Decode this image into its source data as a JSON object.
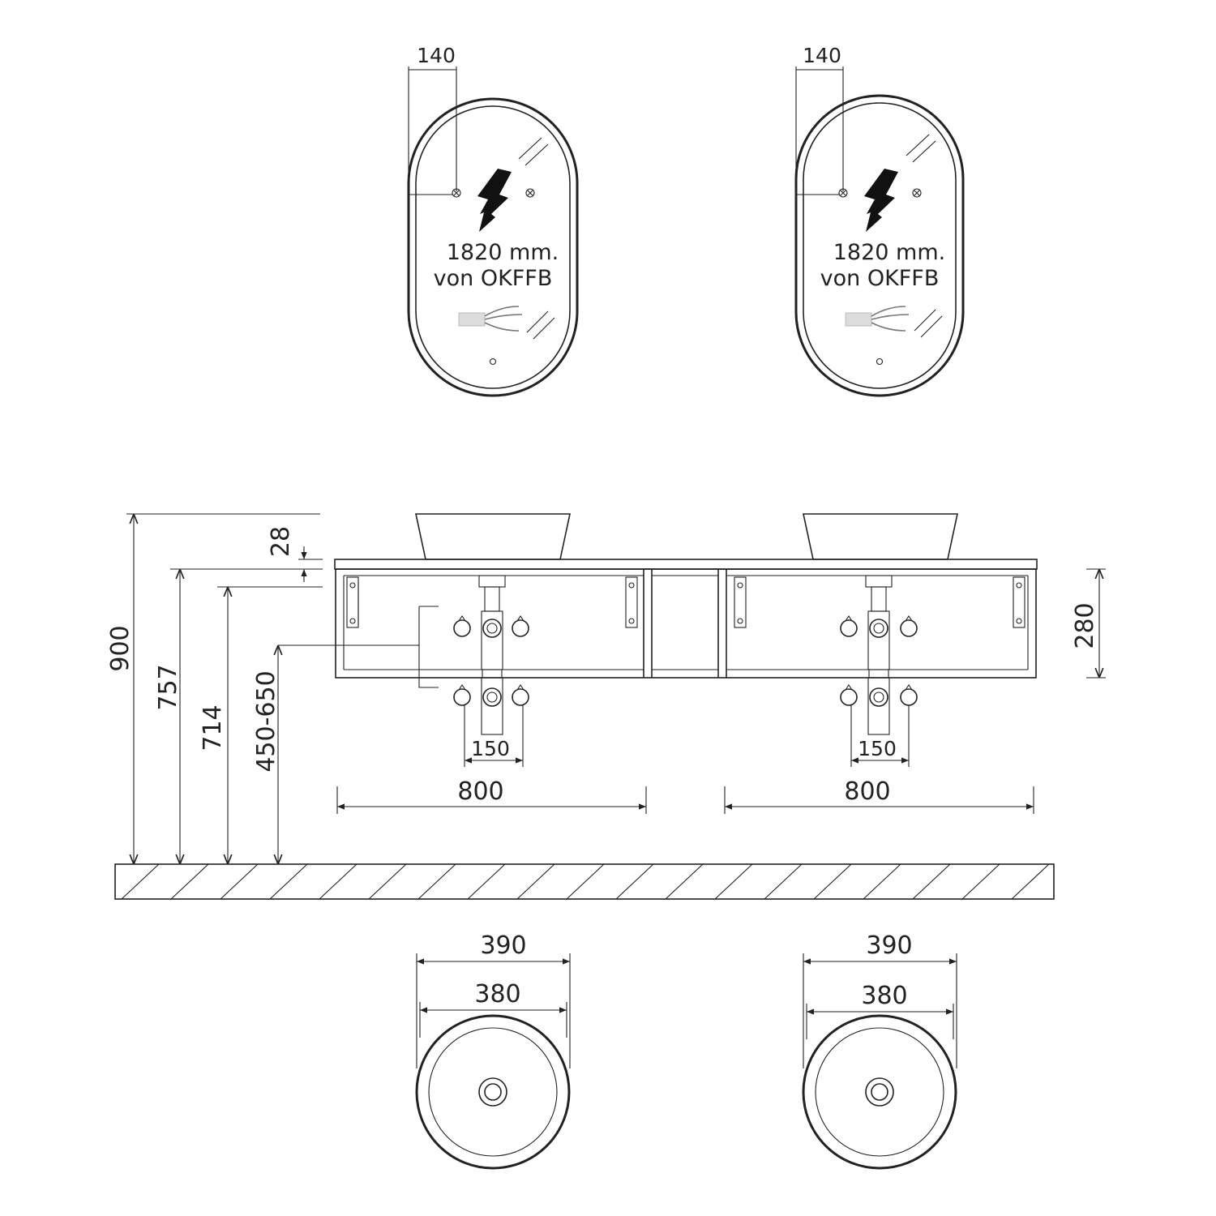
{
  "mirrors": [
    {
      "offset_label": "140",
      "note_line1": "1820 mm.",
      "note_line2": "von OKFFB"
    },
    {
      "offset_label": "140",
      "note_line1": "1820 mm.",
      "note_line2": "von OKFFB"
    }
  ],
  "heights": {
    "total": "900",
    "countertop_top": "757",
    "cabinet_top": "714",
    "drain_range": "450-650",
    "top_thickness": "28",
    "cabinet_height": "280"
  },
  "widths": {
    "left_module": "800",
    "right_module": "800",
    "left_valve_spacing": "150",
    "right_valve_spacing": "150"
  },
  "basins": [
    {
      "outer": "390",
      "inner": "380"
    },
    {
      "outer": "390",
      "inner": "380"
    }
  ]
}
